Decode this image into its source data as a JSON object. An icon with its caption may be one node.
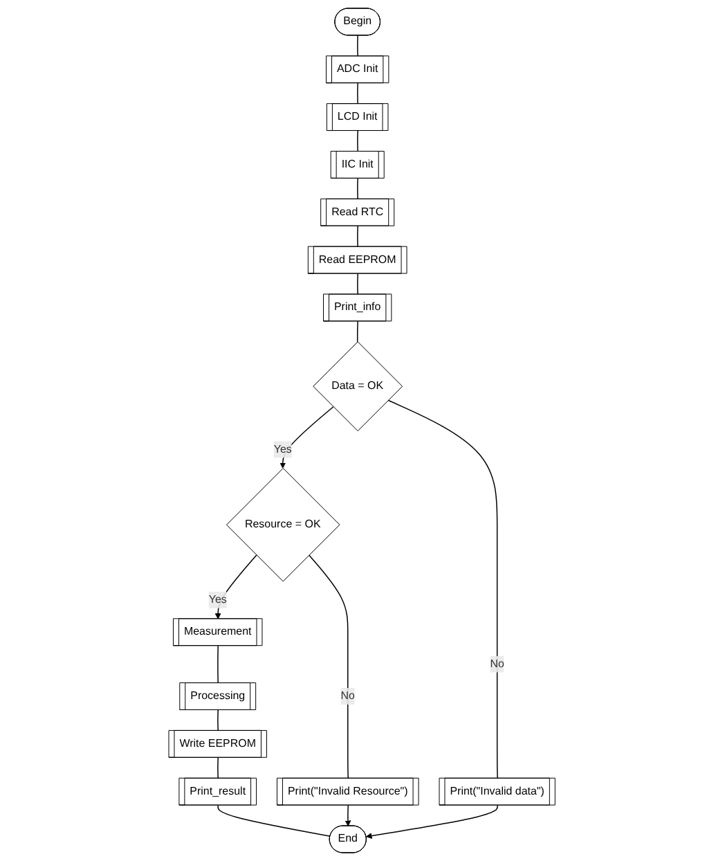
{
  "diagram": {
    "nodes": [
      {
        "text": [
          "Begin"
        ]
      },
      {
        "text": [
          "ADC Init"
        ]
      },
      {
        "text": [
          "LCD Init"
        ]
      },
      {
        "text": [
          "IIC Init"
        ]
      },
      {
        "text": [
          "Read RTC"
        ]
      },
      {
        "text": [
          "Read EEPROM"
        ]
      },
      {
        "text": [
          "Print_info"
        ]
      },
      {
        "text": [
          "Data = OK"
        ]
      },
      {
        "text": [
          "Print(\"Invalid data\")"
        ]
      },
      {
        "text": [
          "Resource = OK"
        ]
      },
      {
        "text": [
          "Print(\"Invalid Resource\")"
        ]
      },
      {
        "text": [
          "Measurement"
        ]
      },
      {
        "text": [
          "Processing"
        ]
      },
      {
        "text": [
          "Write EEPROM"
        ]
      },
      {
        "text": [
          "Print_result"
        ]
      },
      {
        "text": [
          "End"
        ]
      }
    ],
    "edges": [
      {
        "from": 0,
        "to": 1,
        "arrow": "none"
      },
      {
        "from": 1,
        "to": 2,
        "arrow": "none"
      },
      {
        "from": 2,
        "to": 3,
        "arrow": "none"
      },
      {
        "from": 3,
        "to": 4,
        "arrow": "none"
      },
      {
        "from": 4,
        "to": 5,
        "arrow": "none"
      },
      {
        "from": 5,
        "to": 6,
        "arrow": "none"
      },
      {
        "from": 6,
        "to": 7,
        "arrow": "none"
      },
      {
        "from": 7,
        "to": 9,
        "label": "Yes",
        "arrow": "to"
      },
      {
        "from": 7,
        "to": 8,
        "label": "No",
        "arrow": "none"
      },
      {
        "from": 9,
        "to": 11,
        "label": "Yes",
        "arrow": "to"
      },
      {
        "from": 9,
        "to": 10,
        "label": "No",
        "arrow": "none"
      },
      {
        "from": 11,
        "to": 12,
        "arrow": "none"
      },
      {
        "from": 12,
        "to": 13,
        "arrow": "none"
      },
      {
        "from": 13,
        "to": 14,
        "arrow": "none"
      },
      {
        "from": 14,
        "to": 15,
        "arrow": "none"
      },
      {
        "from": 8,
        "to": 15,
        "arrow": "to"
      },
      {
        "from": 10,
        "to": 15,
        "arrow": "to"
      }
    ]
  }
}
